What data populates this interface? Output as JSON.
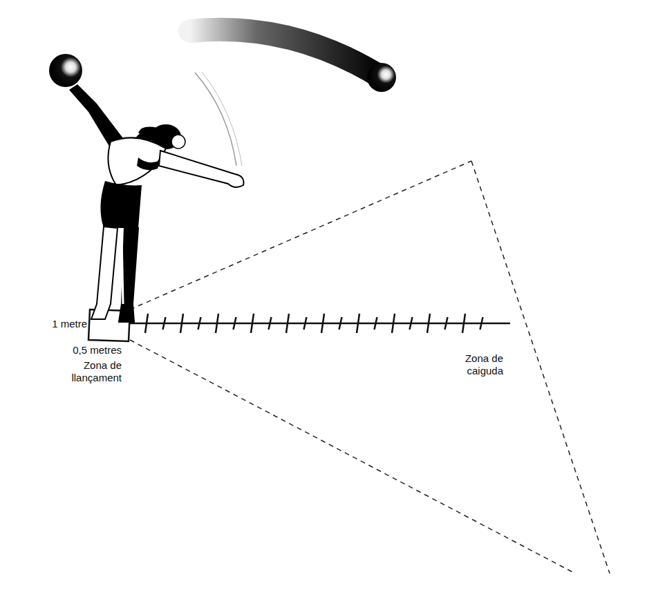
{
  "diagram": {
    "labels": [
      "1 metre",
      "0,5 metres",
      "Zona de llançament",
      "Zona de caiguda"
    ]
  }
}
